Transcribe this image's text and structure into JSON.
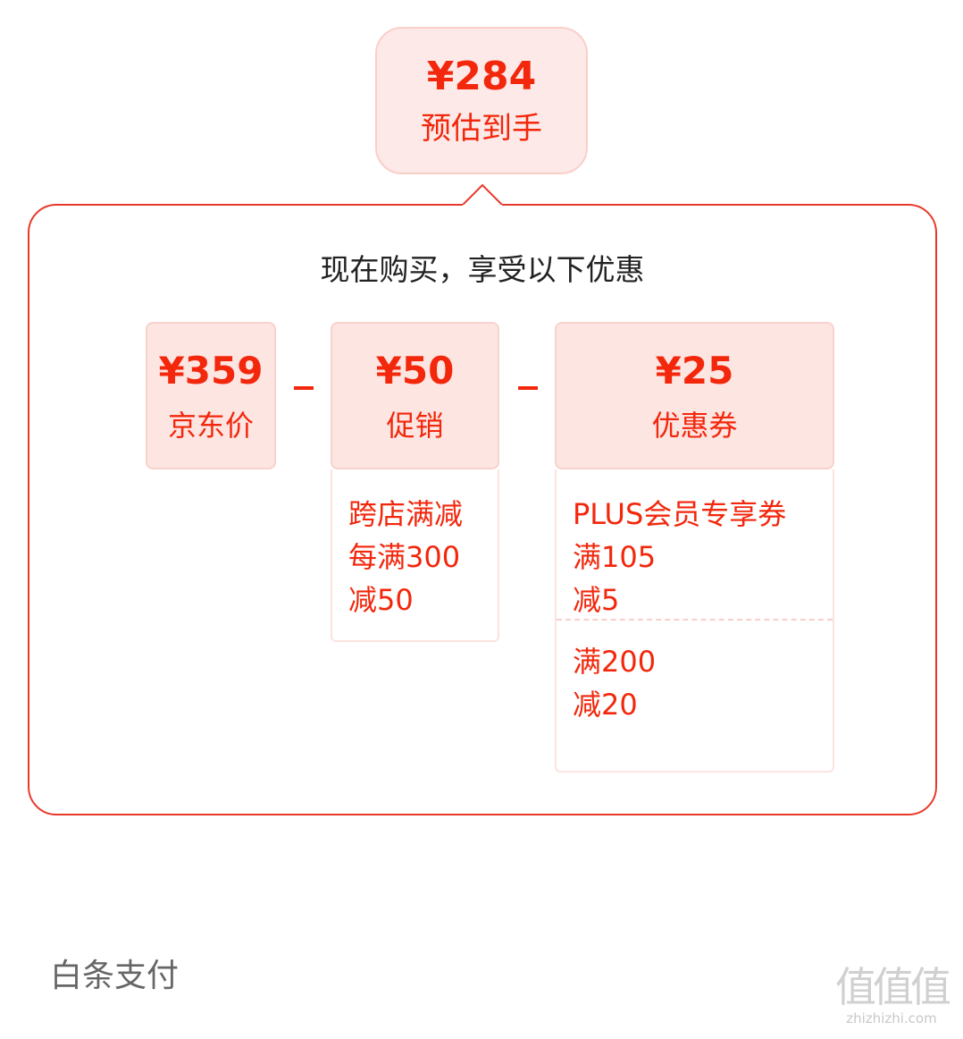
{
  "estimate": {
    "price": "¥284",
    "label": "预估到手"
  },
  "panel": {
    "title": "现在购买，享受以下优惠"
  },
  "cards": [
    {
      "amount": "¥359",
      "label": "京东价"
    },
    {
      "amount": "¥50",
      "label": "促销"
    },
    {
      "amount": "¥25",
      "label": "优惠券"
    }
  ],
  "promotion_detail": {
    "text": "跨店满减\n每满300\n减50"
  },
  "coupon_details": [
    {
      "text": "PLUS会员专享券\n满105\n减5"
    },
    {
      "text": "满200\n减20"
    }
  ],
  "payment": {
    "title": "白条支付"
  },
  "watermark": {
    "chars": "值值值",
    "url": "zhizhizhi.com"
  },
  "colors": {
    "accent": "#f2270c",
    "card_bg": "#fde5e2",
    "border": "#e8382a"
  }
}
